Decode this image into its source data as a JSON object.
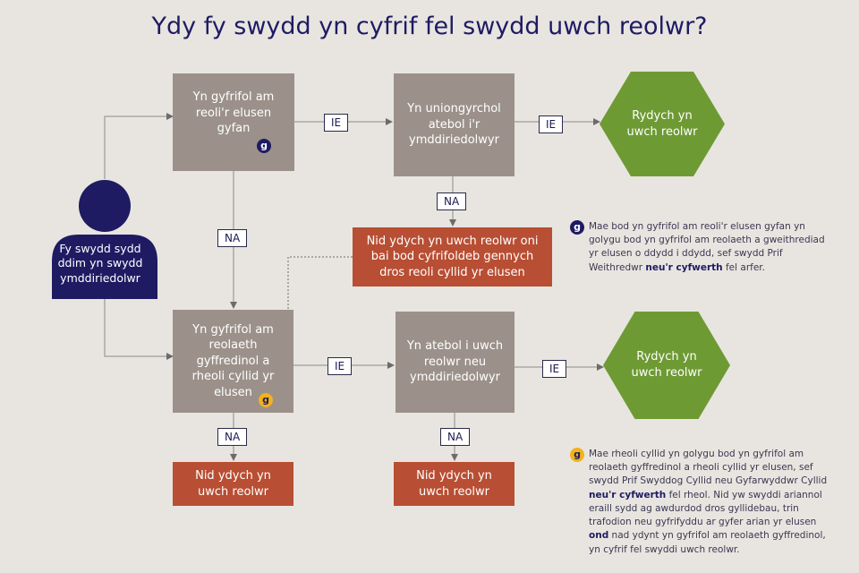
{
  "title": "Ydy fy swydd yn cyfrif fel swydd uwch reolwr?",
  "colors": {
    "background": "#e8e5e0",
    "grey_box": "#9b918a",
    "red_box": "#b84e33",
    "green_hex": "#6e9a34",
    "navy": "#1e1b63",
    "yellow": "#f1b21c"
  },
  "person": {
    "icon": "person-icon",
    "label": "Fy swydd sydd ddim yn swydd ymddiriedolwr"
  },
  "nodes": {
    "q1": "Yn gyfrifol am reoli'r elusen gyfan",
    "q2": "Yn uniongyrchol atebol i'r ymddiriedolwyr",
    "r1": "Rydych yn uwch reolwr",
    "n1": "Nid ydych yn uwch reolwr oni bai bod cyfrifoldeb gennych dros reoli cyllid yr elusen",
    "q3": "Yn gyfrifol am reolaeth gyffredinol a rheoli cyllid yr elusen",
    "q4": "Yn atebol i uwch reolwr neu ymddiriedolwyr",
    "r2": "Rydych yn uwch reolwr",
    "n2": "Nid ydych yn uwch reolwr",
    "n3": "Nid ydych yn uwch reolwr"
  },
  "edge_labels": {
    "yes": "IE",
    "no": "NA"
  },
  "badges": {
    "symbol": "g"
  },
  "notes": {
    "note1": {
      "part1": "Mae bod yn gyfrifol am reoli'r elusen gyfan yn golygu bod yn gyfrifol am reolaeth a gweithrediad yr elusen o ddydd i ddydd, sef swydd Prif Weithredwr ",
      "bold1": "neu'r cyfwerth",
      "part2": " fel arfer."
    },
    "note2": {
      "part1": "Mae rheoli cyllid yn golygu bod yn gyfrifol am reolaeth gyffredinol a rheoli cyllid yr elusen, sef swydd Prif Swyddog Cyllid neu Gyfarwyddwr Cyllid ",
      "bold1": "neu'r cyfwerth",
      "part2": " fel rheol. Nid yw swyddi ariannol eraill sydd ag awdurdod dros gyllidebau, trin trafodion neu gyfrifyddu ar gyfer arian yr elusen ",
      "bold2": "ond",
      "part3": " nad ydynt yn gyfrifol am reolaeth gyffredinol, yn cyfrif fel swyddi uwch reolwr."
    }
  }
}
